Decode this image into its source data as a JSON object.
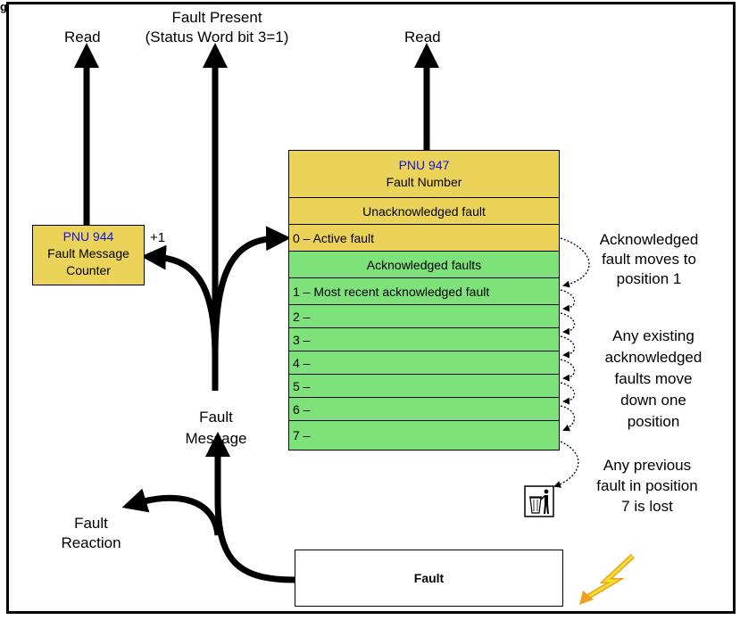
{
  "figure_tag": "g",
  "labels": {
    "read_left": "Read",
    "fault_present_line1": "Fault Present",
    "fault_present_line2": "(Status Word bit 3=1)",
    "read_right": "Read",
    "plus_one": "+1",
    "fault_message_line1": "Fault",
    "fault_message_line2": "Message",
    "fault_reaction_line1": "Fault",
    "fault_reaction_line2": "Reaction"
  },
  "pnu944": {
    "pnu": "PNU 944",
    "line1": "Fault Message",
    "line2": "Counter"
  },
  "pnu947": {
    "pnu": "PNU 947",
    "title": "Fault Number",
    "unack_header": "Unacknowledged fault",
    "active": "0 – Active fault",
    "ack_header": "Acknowledged faults",
    "rows": [
      "1 – Most recent acknowledged fault",
      "2 –",
      "3 –",
      "4 –",
      "5 –",
      "6 –",
      "7 –"
    ]
  },
  "notes": {
    "moves_to_1": [
      "Acknowledged",
      "fault moves to",
      "position 1"
    ],
    "move_down": [
      "Any existing",
      "acknowledged",
      "faults move",
      "down one",
      "position"
    ],
    "lost": [
      "Any previous",
      "fault in position",
      "7 is lost"
    ]
  },
  "fault_box": "Fault",
  "icons": {
    "bin": "trash-bin-icon",
    "bolt": "lightning-bolt-icon"
  },
  "colors": {
    "yellow": "#ebd35a",
    "green": "#7ee27a",
    "pnu_blue": "#1515d6",
    "bolt_yellow": "#f0e030",
    "bolt_orange": "#f0a020"
  }
}
